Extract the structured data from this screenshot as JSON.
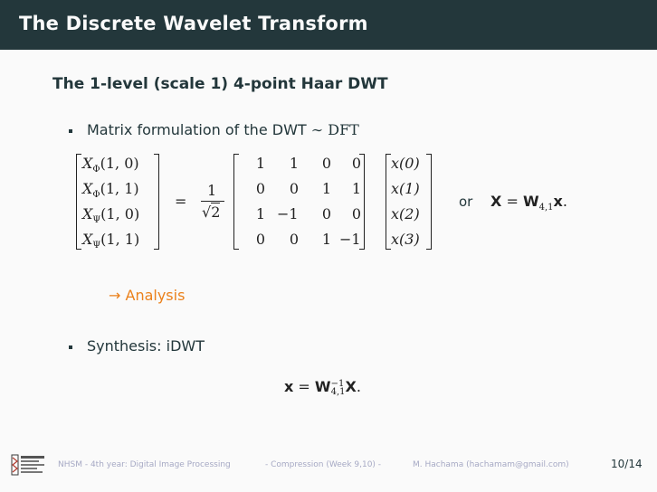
{
  "header": {
    "title": "The Discrete Wavelet Transform"
  },
  "subtitle": "The 1-level (scale 1) 4-point Haar DWT",
  "bullets": [
    {
      "text": "Matrix formulation of the DWT",
      "suffix": "∼ DFT"
    },
    {
      "text": "Synthesis: iDWT"
    }
  ],
  "lhs_vector": [
    "X",
    "X",
    "X",
    "X"
  ],
  "lhs_subscripts": [
    "Φ",
    "Φ",
    "Ψ",
    "Ψ"
  ],
  "lhs_args": [
    "(1, 0)",
    "(1, 1)",
    "(1, 0)",
    "(1, 1)"
  ],
  "equals": "=",
  "scalar": {
    "numerator": "1",
    "denominator": "2",
    "sqrt": "√"
  },
  "matrix": [
    [
      "1",
      "1",
      "0",
      "0"
    ],
    [
      "0",
      "0",
      "1",
      "1"
    ],
    [
      "1",
      "−1",
      "0",
      "0"
    ],
    [
      "0",
      "0",
      "1",
      "−1"
    ]
  ],
  "rhs_vector": [
    "x(0)",
    "x(1)",
    "x(2)",
    "x(3)"
  ],
  "or_text": "or",
  "compact_eq": {
    "lhs": "X",
    "eq": "=",
    "W": "W",
    "sub": "4,1",
    "x": "x",
    "dot": "."
  },
  "analysis": "→ Analysis",
  "synthesis_eq": {
    "x": "x",
    "eq": "=",
    "W": "W",
    "sup": "−1",
    "sub": "4,1",
    "X": "X",
    "dot": "."
  },
  "footer": {
    "left": "NHSM - 4th year: Digital Image Processing",
    "center": "- Compression (Week 9,10) -",
    "right": "M. Hachama (hachamam@gmail.com)",
    "page": "10/14"
  },
  "colors": {
    "header_bg": "#23373b",
    "accent": "#eb811b",
    "footer_text": "#a6a9c4"
  },
  "icons": {
    "logo": "institution-logo"
  }
}
